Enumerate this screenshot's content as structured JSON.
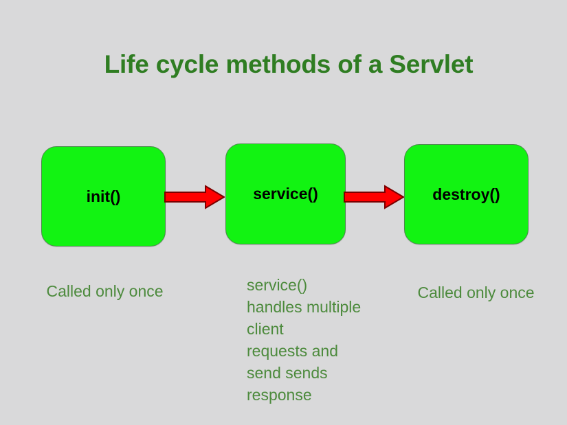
{
  "slide": {
    "background_color": "#d9d9da",
    "title": "Life cycle methods of a Servlet",
    "title_color": "#2f7d22"
  },
  "diagram": {
    "type": "flow",
    "node_fill_color": "#12f312",
    "node_border_color": "#4a8a4a",
    "node_text_color": "#000000",
    "arrow_color": "#ff0000",
    "arrow_outline_color": "#7a0000",
    "nodes": [
      {
        "id": "init",
        "label": "init()"
      },
      {
        "id": "service",
        "label": "service()"
      },
      {
        "id": "destroy",
        "label": "destroy()"
      }
    ],
    "arrows": [
      {
        "id": "arrow-init-to-service",
        "from": "init",
        "to": "service"
      },
      {
        "id": "arrow-service-to-destroy",
        "from": "service",
        "to": "destroy"
      }
    ]
  },
  "captions": {
    "caption_color": "#4c8a3c",
    "left": {
      "lines": [
        "Called only",
        "once"
      ],
      "text": "Called only once"
    },
    "center": {
      "lines": [
        "service()",
        "handles multiple",
        "client",
        "requests and",
        "send sends",
        "response"
      ],
      "text": "service() handles multiple client requests and send sends response"
    },
    "right": {
      "lines": [
        "Called only",
        "once"
      ],
      "text": "Called only once"
    }
  }
}
